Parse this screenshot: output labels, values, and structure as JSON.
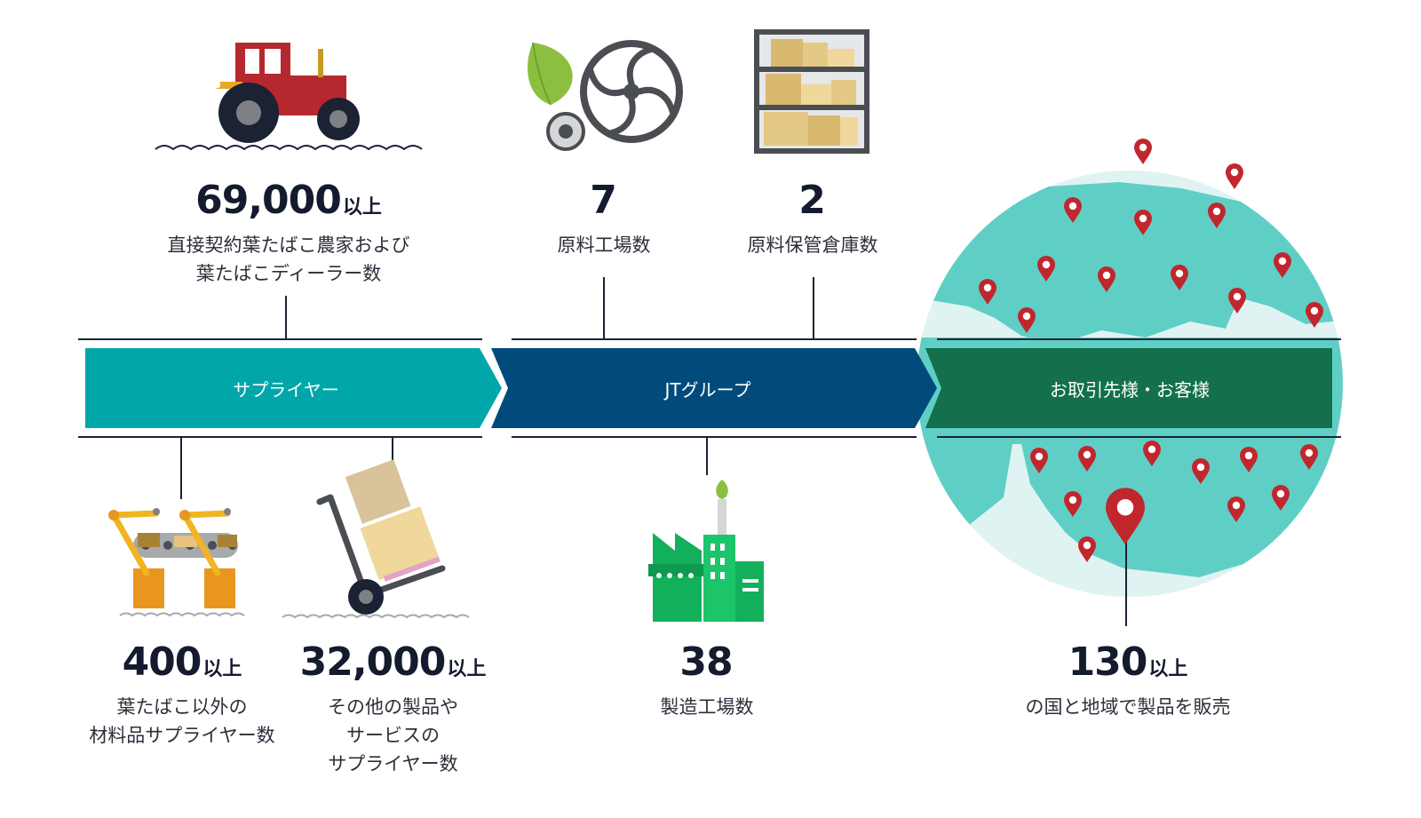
{
  "stages": [
    {
      "label": "サプライヤー"
    },
    {
      "label": "JTグループ"
    },
    {
      "label": "お取引先様・お客様"
    }
  ],
  "stats": {
    "farmers": {
      "number": "69,000",
      "suffix": "以上",
      "description": "直接契約葉たばこ農家および\n葉たばこディーラー数"
    },
    "factories": {
      "number": "7",
      "suffix": "",
      "description": "原料工場数"
    },
    "warehouses": {
      "number": "2",
      "suffix": "",
      "description": "原料保管倉庫数"
    },
    "materials": {
      "number": "400",
      "suffix": "以上",
      "description": "葉たばこ以外の\n材料品サプライヤー数"
    },
    "services": {
      "number": "32,000",
      "suffix": "以上",
      "description": "その他の製品や\nサービスの\nサプライヤー数"
    },
    "manufacturing": {
      "number": "38",
      "suffix": "",
      "description": "製造工場数"
    },
    "markets": {
      "number": "130",
      "suffix": "以上",
      "description": "の国と地域で製品を販売"
    }
  },
  "colors": {
    "supplier": "#00a6a9",
    "jt": "#004b7c",
    "customer": "#13704a",
    "globe_land": "#5fcfc6",
    "globe_sea": "#dff3f2",
    "pin": "#c0272d",
    "tractor": "#b5282e",
    "factory": "#12b05b"
  },
  "icons": [
    "tractor-icon",
    "leaf-icon",
    "fan-icon",
    "warehouse-shelf-icon",
    "robot-arm-conveyor-icon",
    "hand-truck-boxes-icon",
    "factory-icon",
    "globe-map-pins-icon"
  ]
}
